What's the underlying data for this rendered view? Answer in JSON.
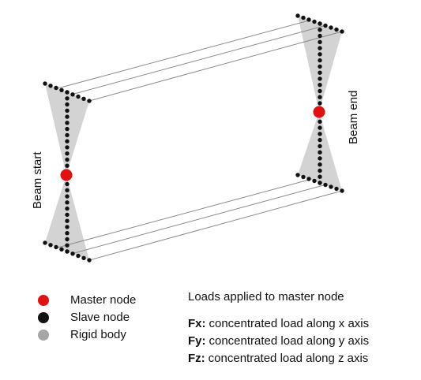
{
  "diagram": {
    "label_start": "Beam start",
    "label_end": "Beam end"
  },
  "legend": {
    "items": [
      {
        "name": "master",
        "label": "Master node",
        "color": "#e31010"
      },
      {
        "name": "slave",
        "label": "Slave node",
        "color": "#111111"
      },
      {
        "name": "rigid",
        "label": "Rigid body",
        "color": "#a6a6a6"
      }
    ]
  },
  "loads": {
    "title": "Loads applied to master node",
    "items": [
      {
        "key": "Fx:",
        "text": "concentrated load along x axis"
      },
      {
        "key": "Fy:",
        "text": "concentrated load along y axis"
      },
      {
        "key": "Fz:",
        "text": "concentrated load along z axis"
      }
    ]
  },
  "colors": {
    "master": "#e31010",
    "slave": "#111111",
    "rigid": "#d3d3d3",
    "edge": "#8a8a8a"
  }
}
